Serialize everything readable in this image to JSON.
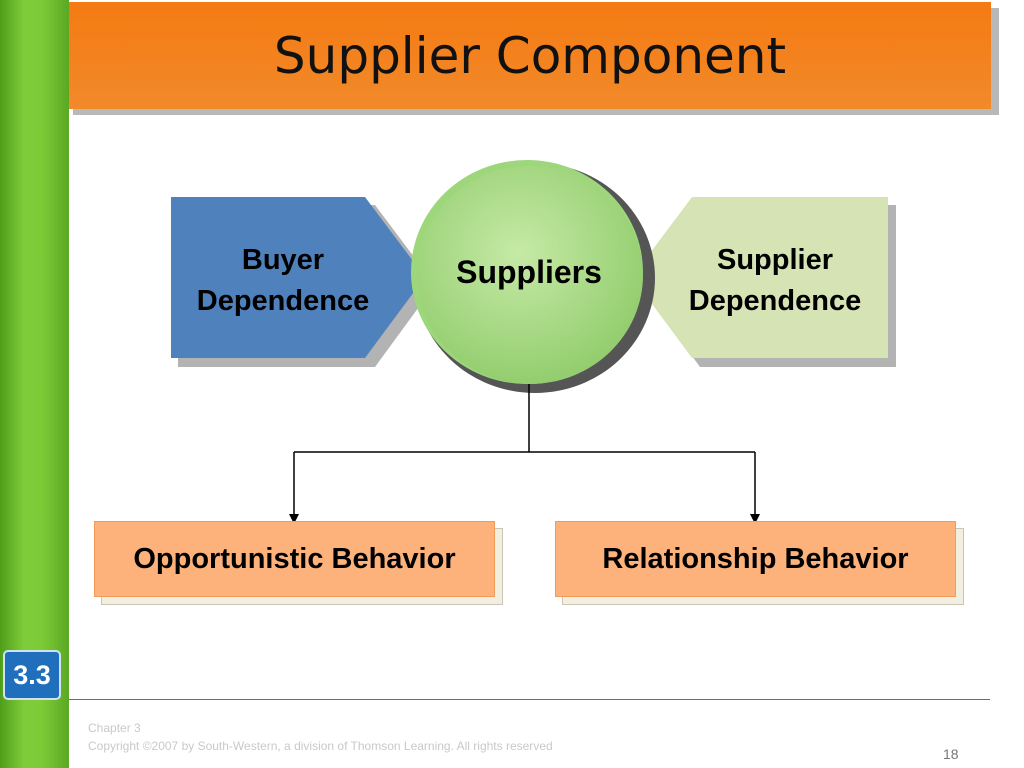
{
  "slide": {
    "title": "Supplier Component",
    "badge": "3.3",
    "footer_chapter": "Chapter 3",
    "footer_copyright": "Copyright ©2007 by South-Western, a division of Thomson Learning.  All rights reserved",
    "page_number": "18"
  },
  "diagram": {
    "left_arrow": {
      "line1": "Buyer",
      "line2": "Dependence"
    },
    "right_arrow": {
      "line1": "Supplier",
      "line2": "Dependence"
    },
    "center_circle": "Suppliers",
    "left_box": "Opportunistic Behavior",
    "right_box": "Relationship Behavior"
  },
  "colors": {
    "title_band": "#f47a12",
    "side_bar": "#7fcc3a",
    "left_arrow": "#4f81bd",
    "right_arrow": "#d6e3b5",
    "circle": "#a8d985",
    "boxes": "#fcb27a",
    "badge": "#1f6fbd"
  }
}
